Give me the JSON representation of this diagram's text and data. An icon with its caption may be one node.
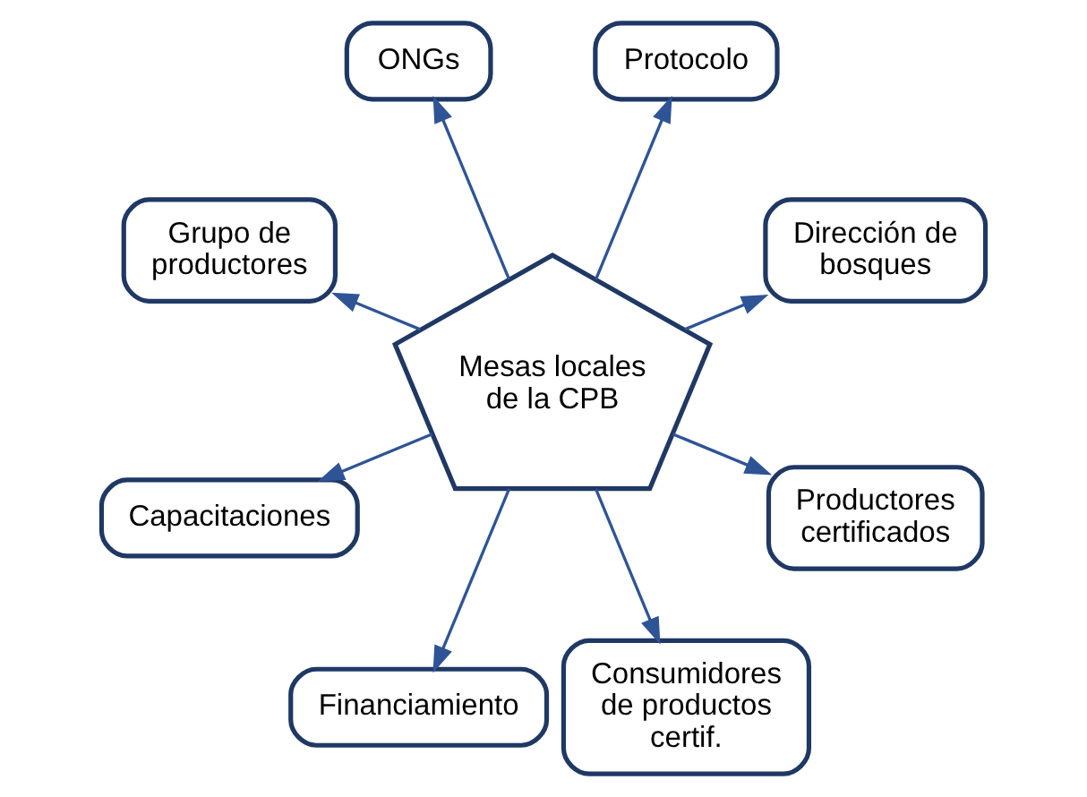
{
  "diagram": {
    "nodes": [
      {
        "text": [
          "Mesas locales de la CPB"
        ]
      },
      {
        "text": [
          "Dirección de bosques"
        ]
      },
      {
        "text": [
          "Protocolo"
        ]
      },
      {
        "text": [
          "ONGs"
        ]
      },
      {
        "text": [
          "Grupo de productores"
        ]
      },
      {
        "text": [
          "Capacitaciones"
        ]
      },
      {
        "text": [
          "Financiamiento"
        ]
      },
      {
        "text": [
          "Consumidores de productos certif."
        ]
      },
      {
        "text": [
          "Productores certificados"
        ]
      }
    ],
    "edges": [
      {
        "from": 0,
        "to": 1,
        "arrow": "to"
      },
      {
        "from": 0,
        "to": 2,
        "arrow": "to"
      },
      {
        "from": 0,
        "to": 3,
        "arrow": "to"
      },
      {
        "from": 0,
        "to": 4,
        "arrow": "to"
      },
      {
        "from": 0,
        "to": 5,
        "arrow": "to"
      },
      {
        "from": 0,
        "to": 6,
        "arrow": "to"
      },
      {
        "from": 0,
        "to": 7,
        "arrow": "to"
      },
      {
        "from": 0,
        "to": 8,
        "arrow": "to"
      }
    ]
  }
}
